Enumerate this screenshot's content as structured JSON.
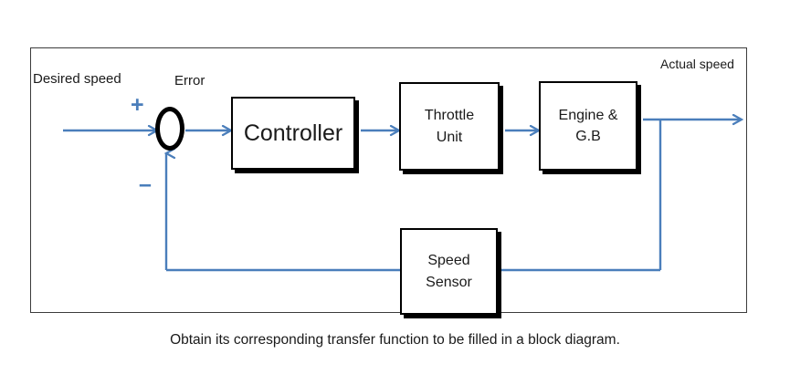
{
  "figure": {
    "title_caption": "Obtain its corresponding transfer function to be filled in a block diagram.",
    "colors": {
      "signal_line": "#4a7ebb",
      "block_border": "#000000",
      "frame_border": "#3c3c3c",
      "text": "#1a1a1a",
      "background": "#ffffff"
    },
    "labels": {
      "desired_speed": "Desired speed",
      "error": "Error",
      "actual_speed": "Actual speed",
      "plus_sign": "+",
      "minus_sign": "–"
    },
    "blocks": [
      {
        "id": "controller",
        "line1": "Controller",
        "line2": ""
      },
      {
        "id": "throttle",
        "line1": "Throttle",
        "line2": "Unit"
      },
      {
        "id": "engine",
        "line1": "Engine &",
        "line2": "G.B"
      },
      {
        "id": "sensor",
        "line1": "Speed",
        "line2": "Sensor"
      }
    ],
    "icons": {
      "summing_junction": "summing-junction-ellipse",
      "arrow": "arrowhead-icon"
    }
  }
}
